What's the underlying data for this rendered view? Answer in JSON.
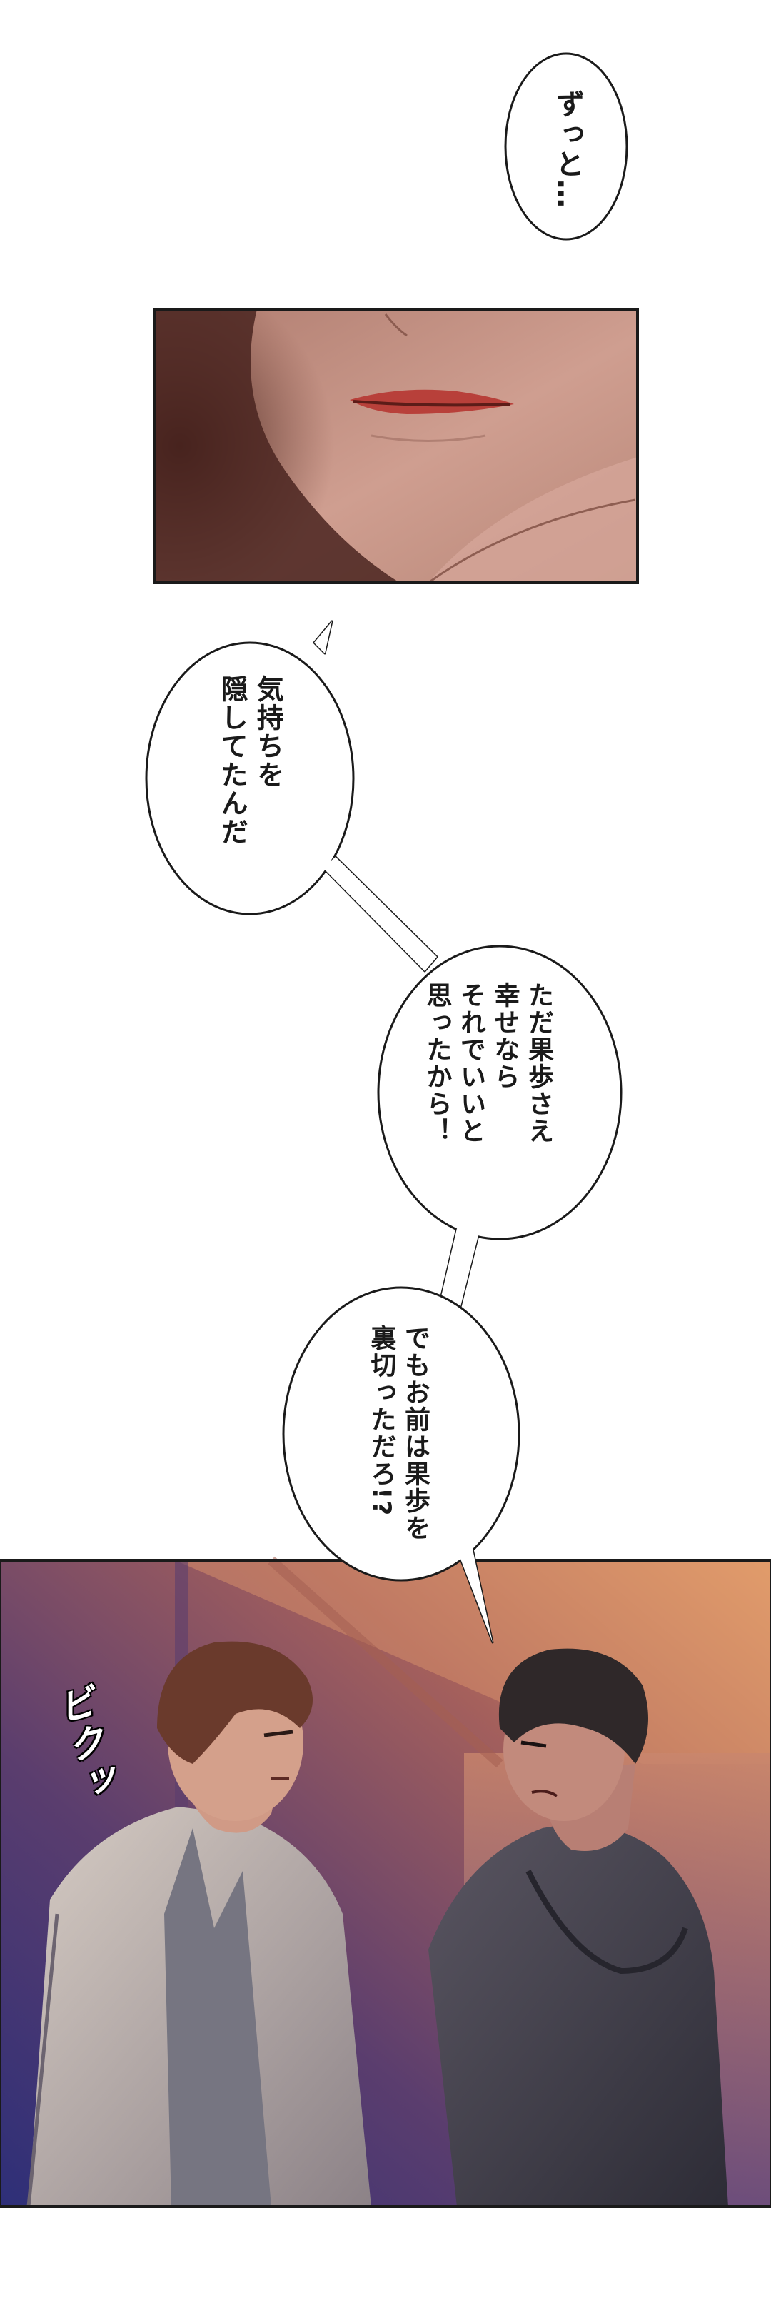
{
  "bubbles": [
    {
      "text": "ずっと…"
    },
    {
      "text": "気持ちを\n隠してたんだ"
    },
    {
      "text": "ただ果歩さえ\n幸せなら\nそれでいいと\n思ったから！"
    },
    {
      "text": "でもお前は果歩を\n裏切っただろ!?"
    }
  ],
  "sfx": {
    "text": "ビクッ"
  },
  "colors": {
    "panel_border": "#1a1a1a",
    "skin": "#c69585",
    "lips": "#b8403a",
    "room_warm": "#e8a368",
    "room_cool": "#3d3a7d",
    "gutter": "#ffffff"
  }
}
